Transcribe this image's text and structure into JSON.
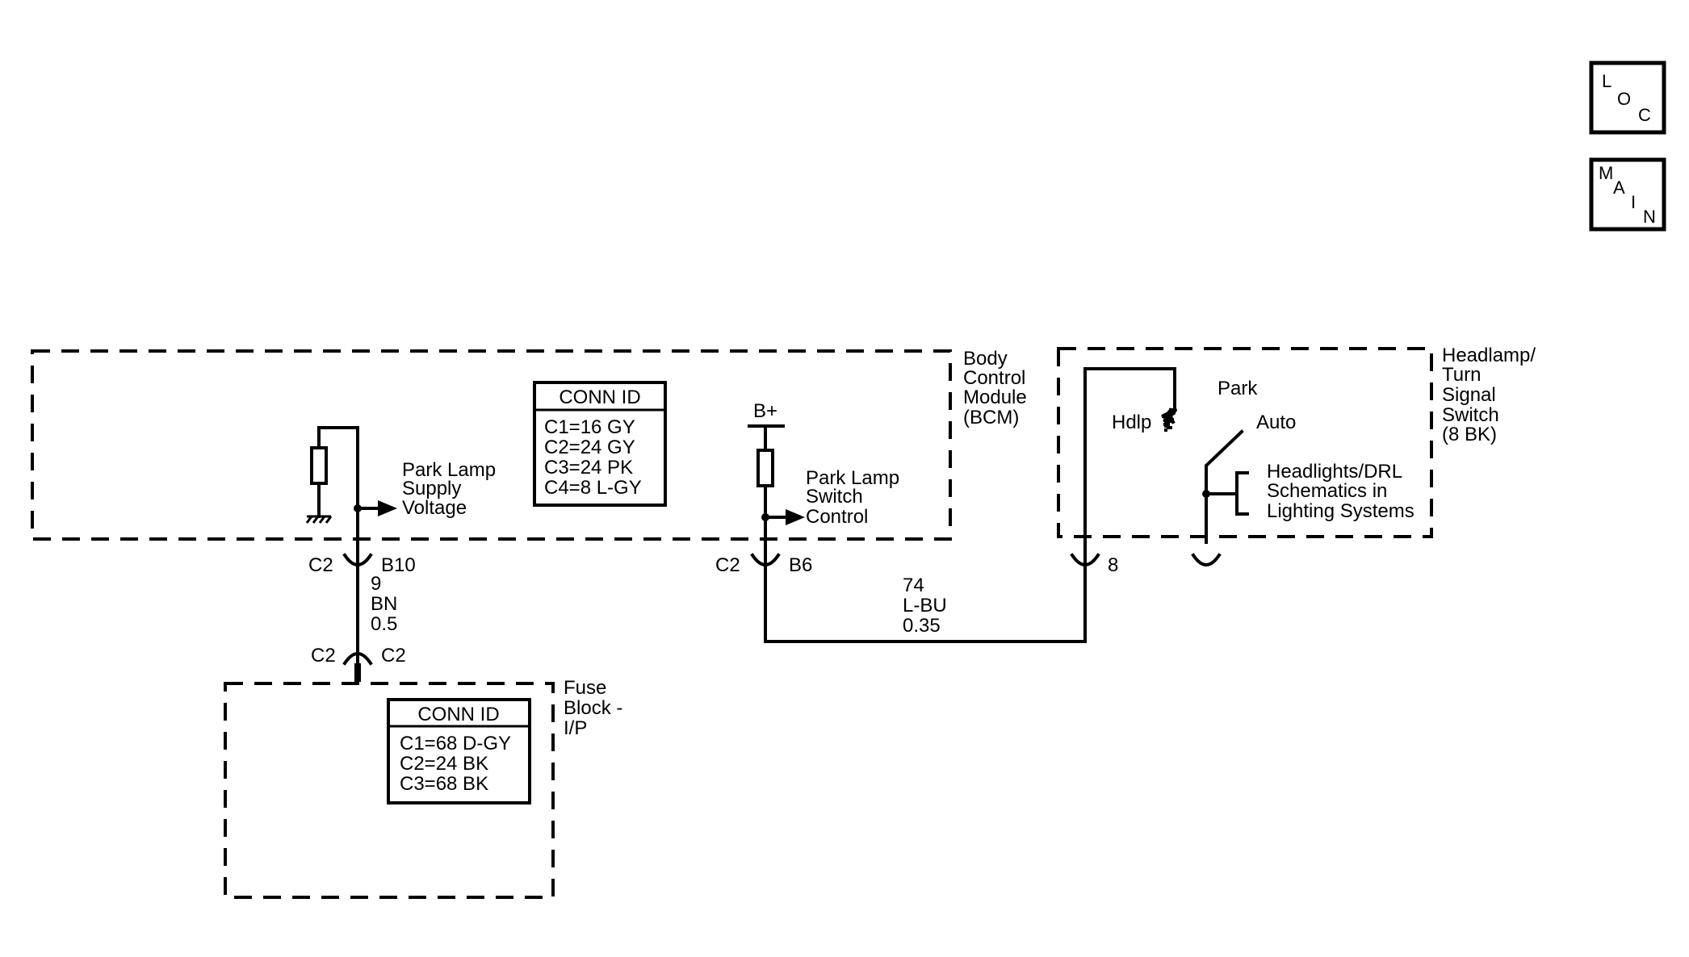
{
  "nav": {
    "loc": [
      "L",
      "O",
      "C"
    ],
    "main": [
      "M",
      "A",
      "I",
      "N"
    ]
  },
  "bcm": {
    "name": [
      "Body",
      "Control",
      "Module",
      "(BCM)"
    ],
    "conn_id_title": "CONN ID",
    "conn_ids": [
      "C1=16 GY",
      "C2=24 GY",
      "C3=24 PK",
      "C4=8 L-GY"
    ],
    "supply_label": [
      "Park Lamp",
      "Supply",
      "Voltage"
    ],
    "bplus": "B+",
    "switch_control_label": [
      "Park Lamp",
      "Switch",
      "Control"
    ]
  },
  "switch": {
    "name": [
      "Headlamp/",
      "Turn",
      "Signal",
      "Switch",
      "(8 BK)"
    ],
    "park": "Park",
    "hdlp": "Hdlp",
    "auto": "Auto",
    "ref": [
      "Headlights/DRL",
      "Schematics in",
      "Lighting Systems"
    ]
  },
  "fuse_block": {
    "name": [
      "Fuse",
      "Block -",
      "I/P"
    ],
    "conn_id_title": "CONN ID",
    "conn_ids": [
      "C1=68 D-GY",
      "C2=24 BK",
      "C3=68 BK"
    ]
  },
  "connectors": {
    "bcm_b10_conn": "C2",
    "bcm_b10_pin": "B10",
    "bcm_b6_conn": "C2",
    "bcm_b6_pin": "B6",
    "fuse_left": "C2",
    "fuse_right": "C2",
    "switch_pin": "8"
  },
  "wires": {
    "w1": [
      "9",
      "BN",
      "0.5"
    ],
    "w2": [
      "74",
      "L-BU",
      "0.35"
    ]
  }
}
